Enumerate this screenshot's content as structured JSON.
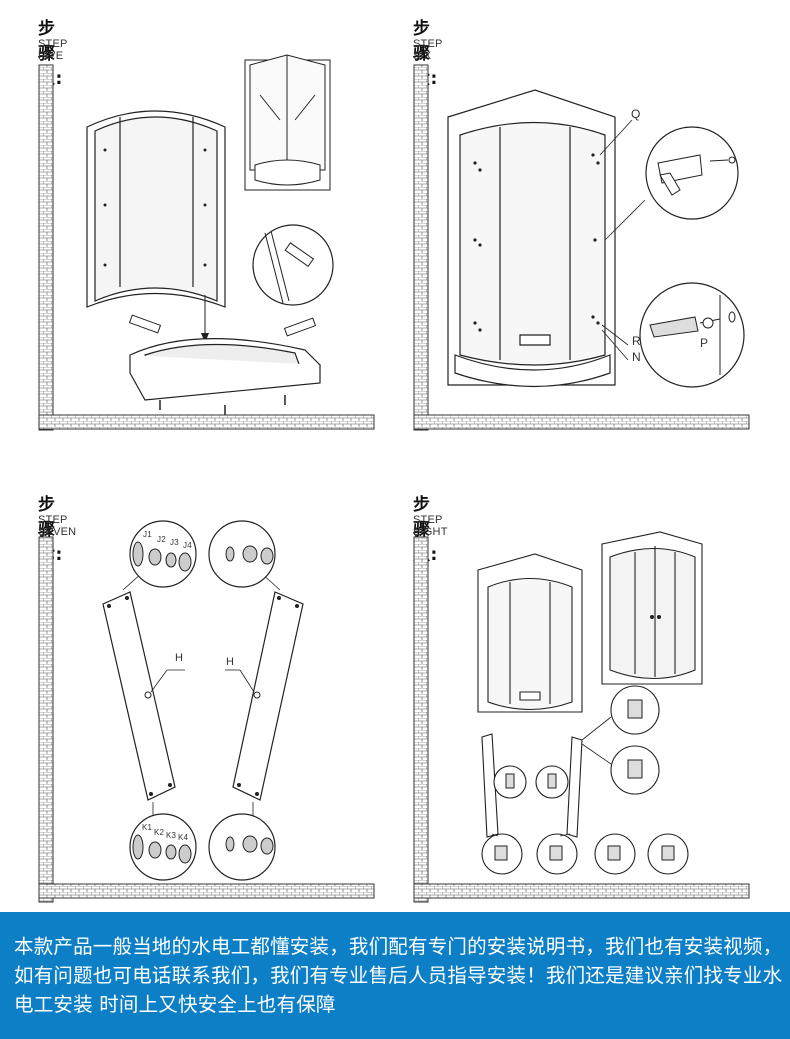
{
  "steps": [
    {
      "title": "步骤五:",
      "subtitle": "STEP FIVE"
    },
    {
      "title": "步骤六:",
      "subtitle": "STEP SIX"
    },
    {
      "title": "步骤七:",
      "subtitle": "STEP SEVEN"
    },
    {
      "title": "步骤八:",
      "subtitle": "STEP EIGHT"
    }
  ],
  "labels": {
    "q": "Q",
    "r": "R",
    "n": "N",
    "p": "P",
    "h": "H",
    "j1": "J1",
    "j2": "J2",
    "j3": "J3",
    "j4": "J4",
    "k1": "K1",
    "k2": "K2",
    "k3": "K3",
    "k4": "K4"
  },
  "footer": {
    "text": "本款产品一般当地的水电工都懂安装，我们配有专门的安装说明书，我们也有安装视频，如有问题也可电话联系我们，我们有专业售后人员指导安装！我们还是建议亲们找专业水电工安装 时间上又快安全上也有保障"
  }
}
